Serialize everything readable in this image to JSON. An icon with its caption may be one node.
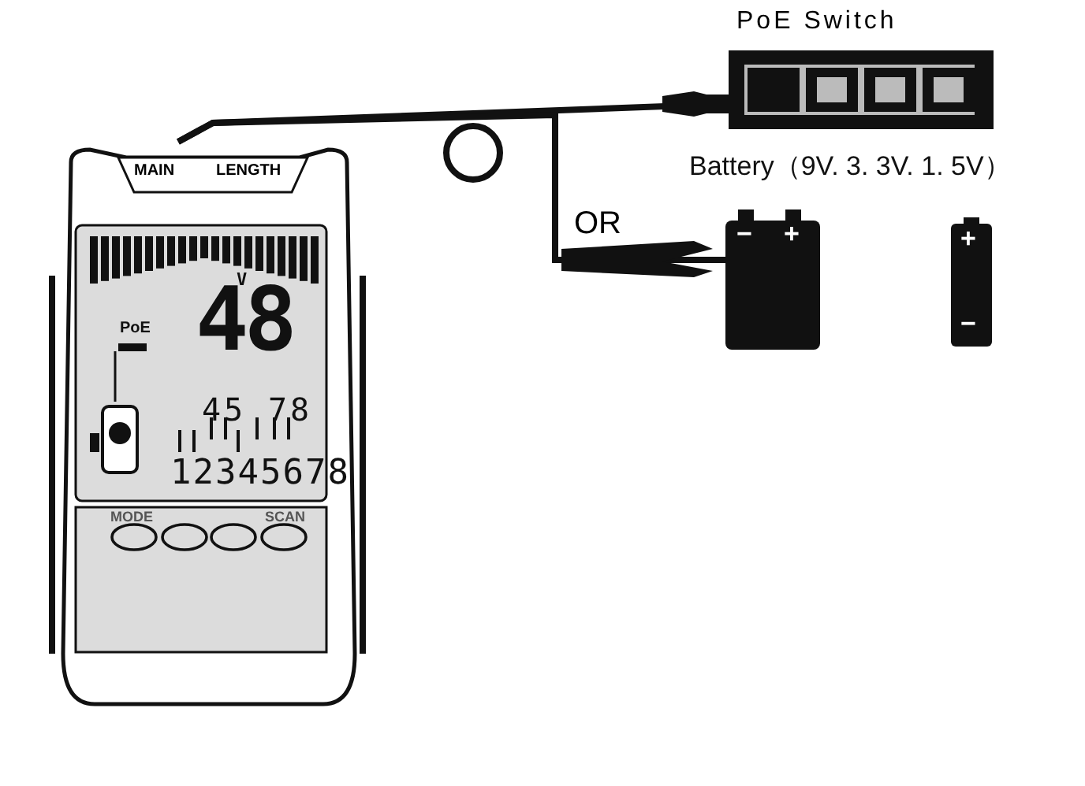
{
  "diagram": {
    "nodes": [
      {
        "text": [
          "MAIN",
          "LENGTH"
        ]
      },
      {
        "text": [
          "PoE Switch"
        ]
      },
      {
        "text": [
          "−",
          "+"
        ]
      },
      {
        "text": [
          "+",
          "−"
        ]
      }
    ],
    "edges": [
      {
        "from": 0,
        "to": 1,
        "arrow": "none"
      },
      {
        "from": 0,
        "to": 2,
        "arrow": "none",
        "label": "OR"
      }
    ],
    "labels": [
      "Battery（9V. 3. 3V. 1. 5V）",
      "V",
      "48",
      "PoE",
      "45",
      "78",
      "12345678",
      "MODE",
      "SCAN"
    ]
  }
}
